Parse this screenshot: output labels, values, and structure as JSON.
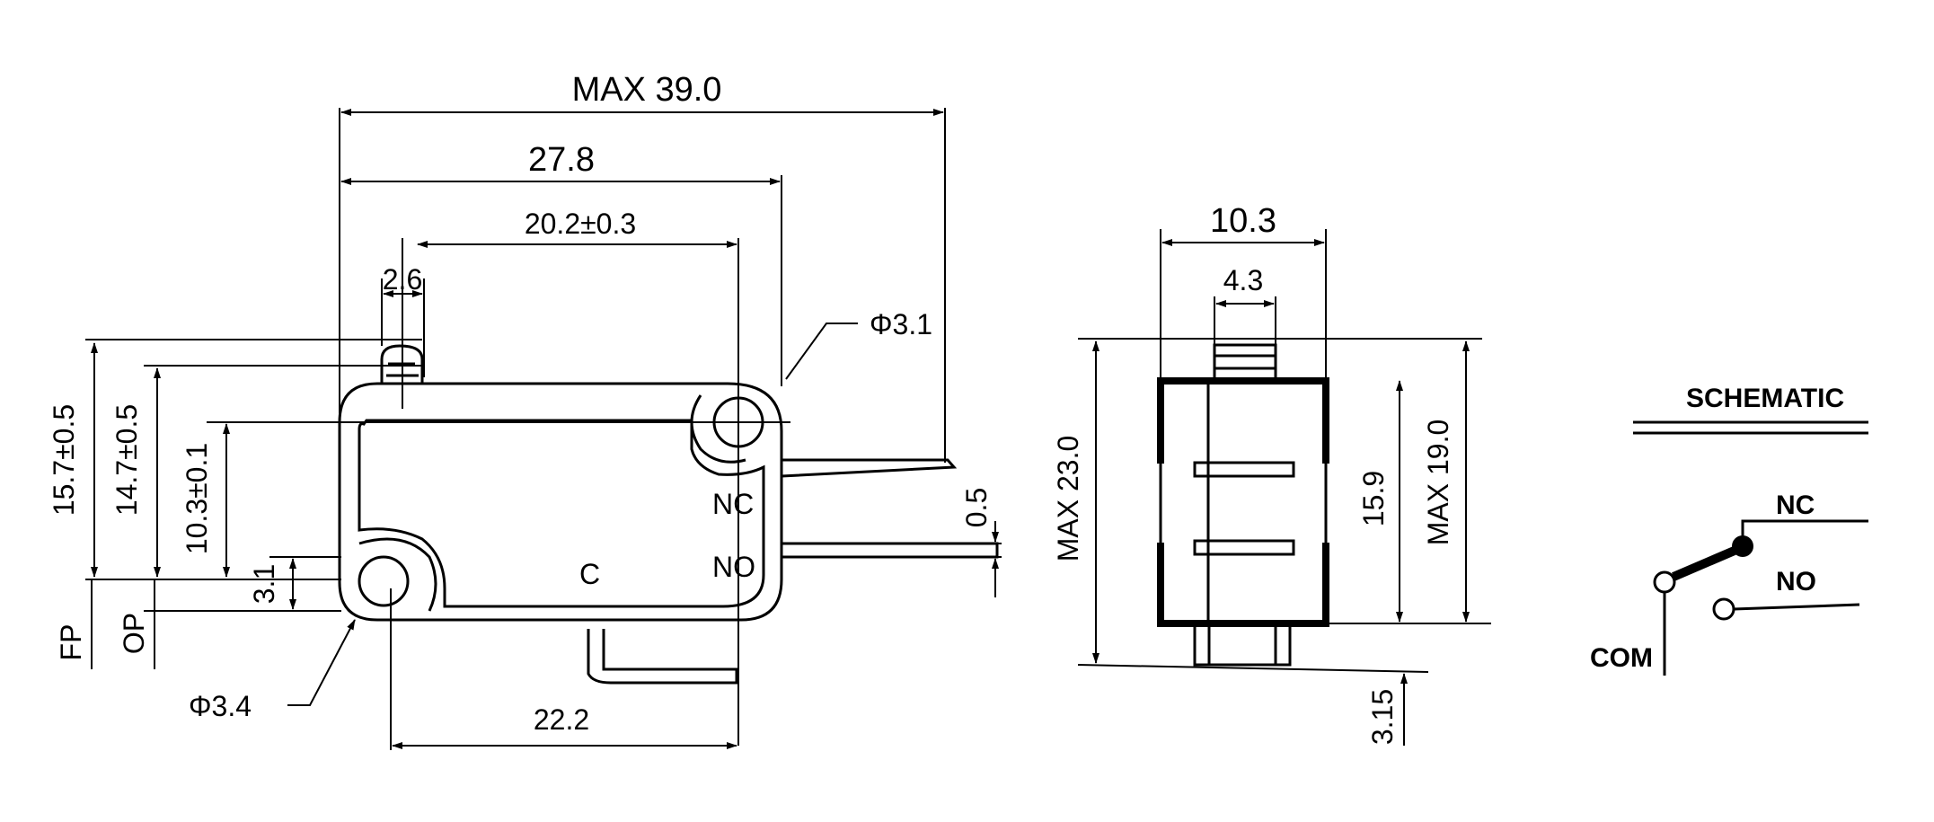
{
  "side_view": {
    "overall_length": "MAX 39.0",
    "body_length": "27.8",
    "hole_pitch": "20.2±0.3",
    "plunger_width": "2.6",
    "hole_top": "Φ3.1",
    "hole_bottom": "Φ3.4",
    "total_height": "15.7±0.5",
    "op_height": "14.7±0.5",
    "hole_height": "10.3±0.1",
    "hole_offset": "3.1",
    "fp_label": "FP",
    "op_label": "OP",
    "terminal_gap": "0.5",
    "bottom_pitch": "22.2",
    "terminal_nc": "NC",
    "terminal_no": "NO",
    "terminal_c": "C"
  },
  "front_view": {
    "width": "10.3",
    "plunger_width": "4.3",
    "max_height": "MAX 23.0",
    "body_height": "15.9",
    "max_body": "MAX 19.0",
    "base_offset": "3.15"
  },
  "schematic": {
    "title": "SCHEMATIC",
    "nc": "NC",
    "no": "NO",
    "com": "COM"
  }
}
